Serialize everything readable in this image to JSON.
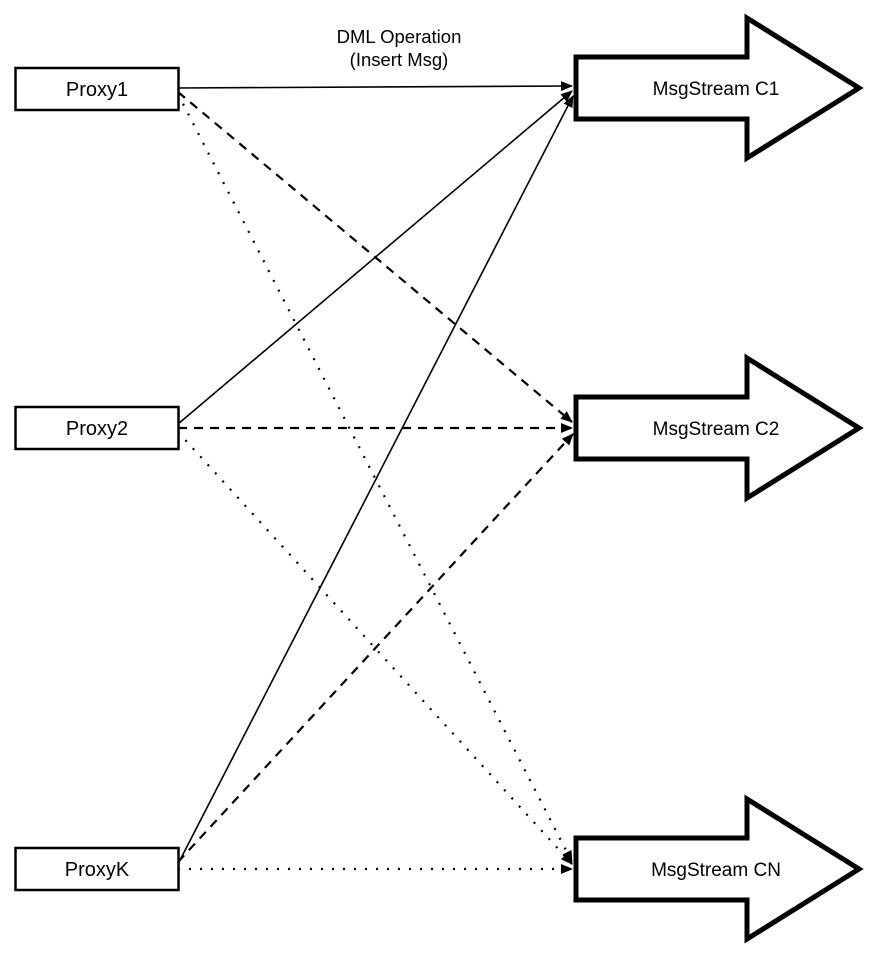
{
  "diagram": {
    "title_annotation": {
      "line1": "DML Operation",
      "line2": "(Insert Msg)"
    },
    "proxies": [
      {
        "id": "proxy1",
        "label": "Proxy1"
      },
      {
        "id": "proxy2",
        "label": "Proxy2"
      },
      {
        "id": "proxyk",
        "label": "ProxyK"
      }
    ],
    "streams": [
      {
        "id": "msgstream-c1",
        "label": "MsgStream C1"
      },
      {
        "id": "msgstream-c2",
        "label": "MsgStream C2"
      },
      {
        "id": "msgstream-cn",
        "label": "MsgStream CN"
      }
    ],
    "edges": [
      {
        "from": "Proxy1",
        "to": "MsgStream C1",
        "style": "solid"
      },
      {
        "from": "Proxy1",
        "to": "MsgStream C2",
        "style": "dashed"
      },
      {
        "from": "Proxy1",
        "to": "MsgStream CN",
        "style": "dotted"
      },
      {
        "from": "Proxy2",
        "to": "MsgStream C1",
        "style": "solid"
      },
      {
        "from": "Proxy2",
        "to": "MsgStream C2",
        "style": "dashed"
      },
      {
        "from": "Proxy2",
        "to": "MsgStream CN",
        "style": "dotted"
      },
      {
        "from": "ProxyK",
        "to": "MsgStream C1",
        "style": "solid"
      },
      {
        "from": "ProxyK",
        "to": "MsgStream C2",
        "style": "dashed"
      },
      {
        "from": "ProxyK",
        "to": "MsgStream CN",
        "style": "dotted"
      }
    ],
    "colors": {
      "stroke": "#000000",
      "fill": "#ffffff",
      "background": "#ffffff"
    }
  }
}
